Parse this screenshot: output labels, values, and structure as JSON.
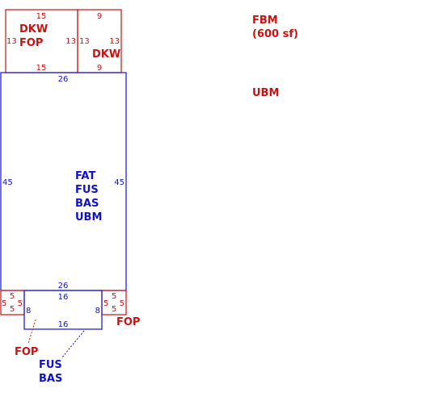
{
  "colors": {
    "red": "#cc1111",
    "blue": "#1111cc"
  },
  "legend": {
    "fbm_code": "FBM",
    "fbm_area": "(600 sf)",
    "ubm_code": "UBM"
  },
  "areas": {
    "deck_left": {
      "codes": [
        "DKW",
        "FOP"
      ],
      "dims": {
        "top": "15",
        "bottom": "15",
        "left": "13",
        "right": "13"
      }
    },
    "deck_right": {
      "codes": [
        "DKW"
      ],
      "dims": {
        "top": "9",
        "bottom": "9",
        "left": "13",
        "right": "13"
      }
    },
    "main": {
      "codes": [
        "FAT",
        "FUS",
        "BAS",
        "UBM"
      ],
      "dims": {
        "top": "26",
        "bottom": "26",
        "left": "45",
        "right": "45"
      }
    },
    "porch_left": {
      "dims": {
        "left": "5",
        "top": "5",
        "bottom": "5",
        "right": "5"
      }
    },
    "porch_right": {
      "dims": {
        "left": "5",
        "top": "5",
        "bottom": "5",
        "right": "5"
      },
      "code": "FOP"
    },
    "bump_out": {
      "dims": {
        "top": "16",
        "bottom": "16",
        "left": "8",
        "right": "8"
      }
    },
    "callout_fop": {
      "code": "FOP"
    },
    "callout_fus_bas": {
      "codes": [
        "FUS",
        "BAS"
      ]
    }
  }
}
